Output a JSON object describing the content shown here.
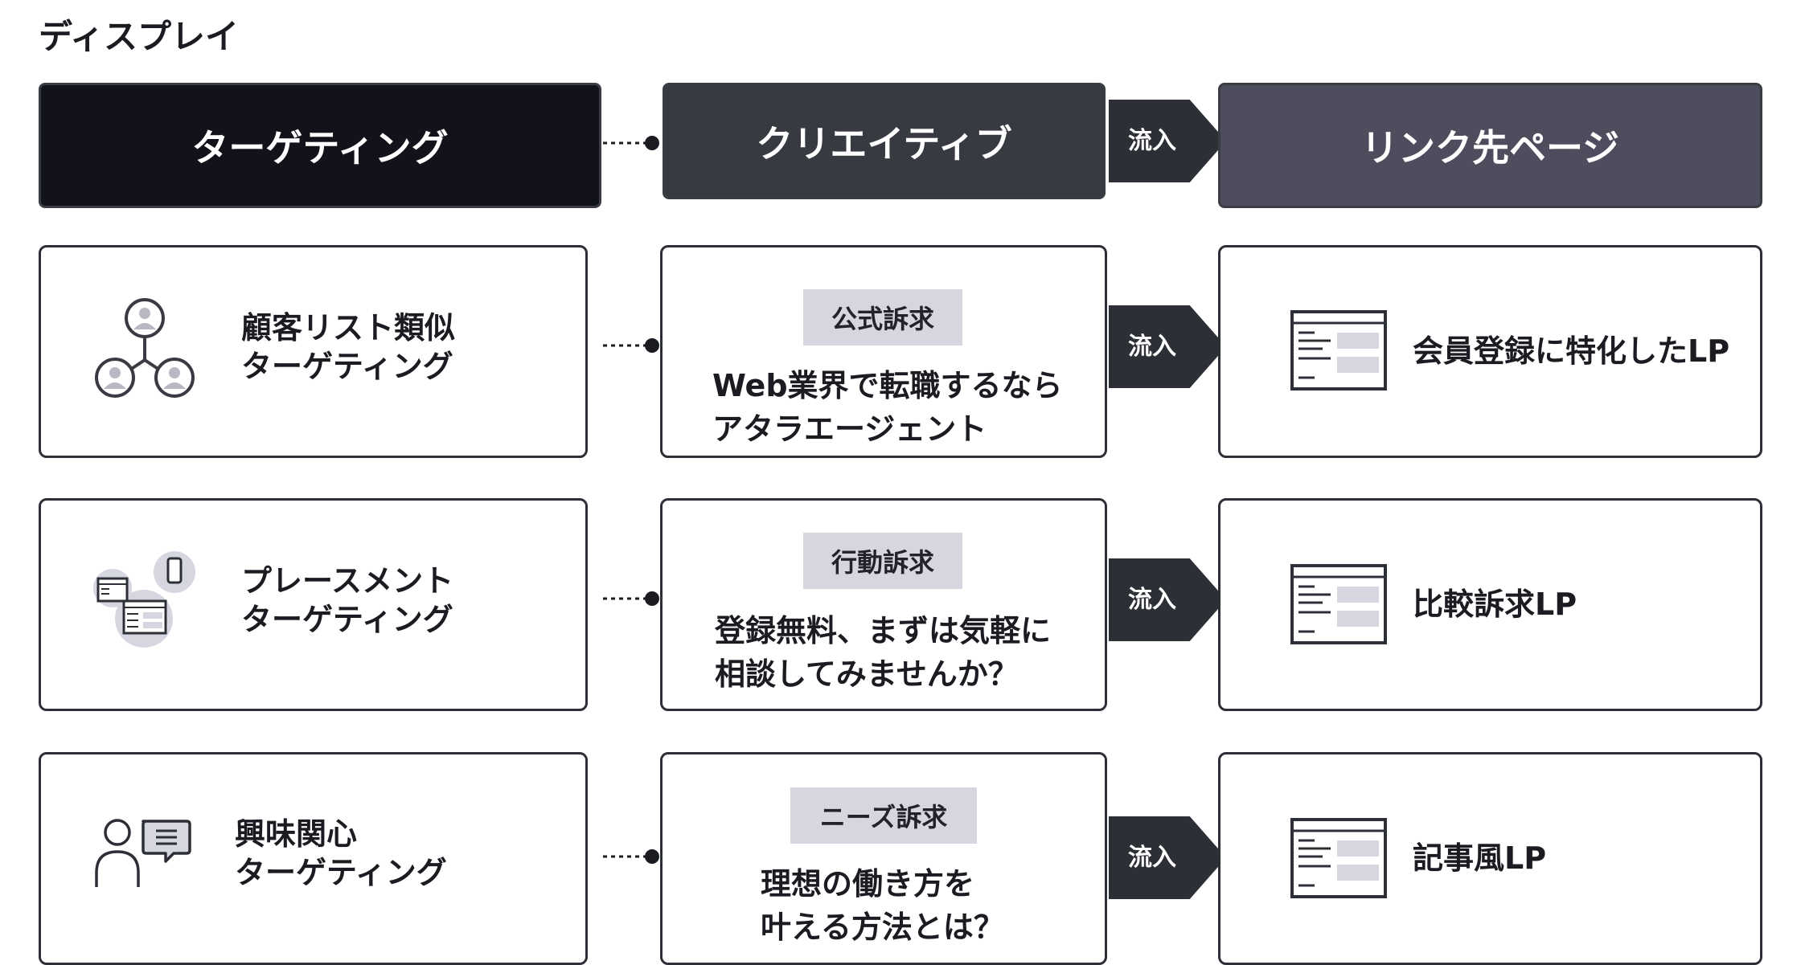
{
  "title": "ディスプレイ",
  "headers": {
    "targeting": "ターゲティング",
    "creative": "クリエイティブ",
    "link_page": "リンク先ページ",
    "flow": "流入"
  },
  "rows": [
    {
      "targeting": {
        "label": "顧客リスト類似\nターゲティング",
        "icon": "user-network-icon"
      },
      "creative": {
        "badge": "公式訴求",
        "text": "Web業界で転職するなら\nアタラエージェント"
      },
      "flow": "流入",
      "link": {
        "label": "会員登録に特化したLP",
        "icon": "webpage-icon"
      }
    },
    {
      "targeting": {
        "label": "プレースメント\nターゲティング",
        "icon": "placement-devices-icon"
      },
      "creative": {
        "badge": "行動訴求",
        "text": "登録無料、まずは気軽に\n相談してみませんか？"
      },
      "flow": "流入",
      "link": {
        "label": "比較訴求LP",
        "icon": "webpage-icon"
      }
    },
    {
      "targeting": {
        "label": "興味関心\nターゲティング",
        "icon": "person-chat-icon"
      },
      "creative": {
        "badge": "ニーズ訴求",
        "text": "理想の働き方を\n叶える方法とは？"
      },
      "flow": "流入",
      "link": {
        "label": "記事風LP",
        "icon": "webpage-icon"
      }
    }
  ],
  "colors": {
    "targeting_header": "#12131a",
    "creative_header": "#373a41",
    "link_header": "#4d4d5d",
    "badge": "#d6d6e1",
    "arrow": "#2d2f36"
  }
}
